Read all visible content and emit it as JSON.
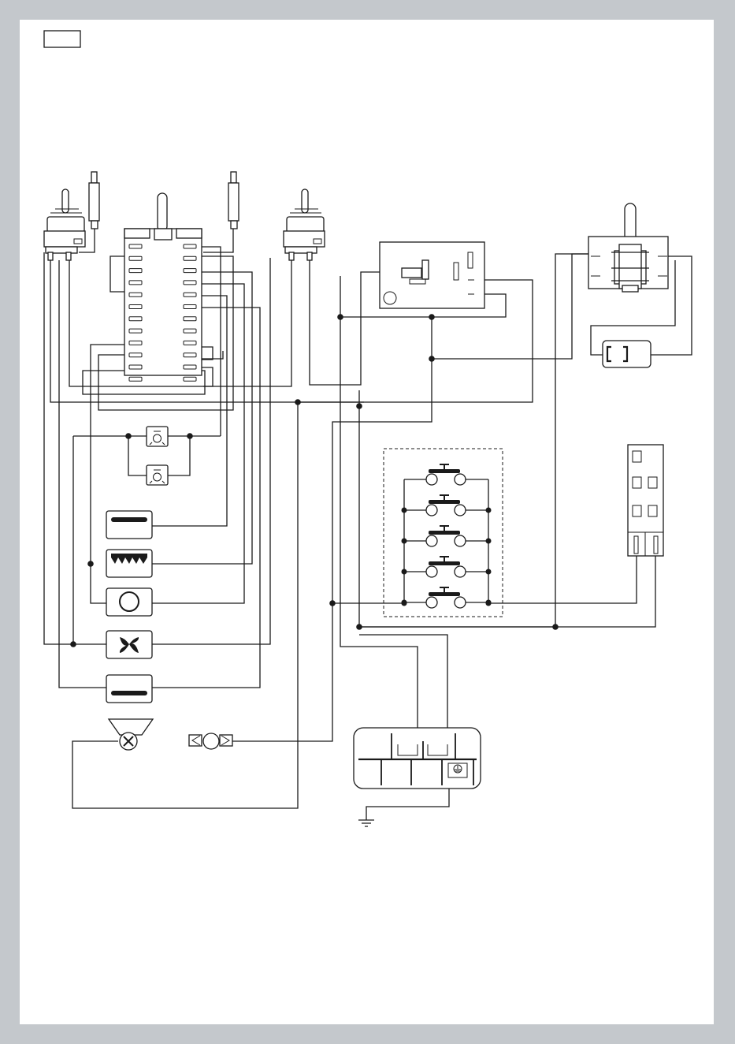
{
  "diagram": {
    "type": "wiring-diagram",
    "title": "",
    "components": [
      {
        "id": "thermostat-left",
        "icon": "knob-thermostat-icon"
      },
      {
        "id": "safety-thermostat-left",
        "icon": "capillary-bulb-icon"
      },
      {
        "id": "function-selector",
        "icon": "multi-terminal-switch-icon"
      },
      {
        "id": "safety-thermostat-right",
        "icon": "capillary-bulb-icon"
      },
      {
        "id": "thermostat-center",
        "icon": "knob-thermostat-icon"
      },
      {
        "id": "timer-module",
        "icon": "electronic-timer-icon"
      },
      {
        "id": "energy-regulator",
        "icon": "rotary-switch-icon"
      },
      {
        "id": "hob-element",
        "icon": "heating-element-icon"
      },
      {
        "id": "oven-lamp-1",
        "icon": "lamp-icon"
      },
      {
        "id": "oven-lamp-2",
        "icon": "lamp-icon"
      },
      {
        "id": "top-heater",
        "icon": "top-heater-icon"
      },
      {
        "id": "grill-heater",
        "icon": "grill-heater-icon"
      },
      {
        "id": "circular-heater",
        "icon": "circular-heater-icon"
      },
      {
        "id": "fan-motor",
        "icon": "fan-icon"
      },
      {
        "id": "bottom-heater",
        "icon": "bottom-heater-icon"
      },
      {
        "id": "cooling-fan",
        "icon": "cooling-fan-icon"
      },
      {
        "id": "motor",
        "icon": "motor-icon"
      },
      {
        "id": "push-button-switches",
        "icon": "push-button-switch-icon",
        "count": 5
      },
      {
        "id": "terminal-block",
        "icon": "terminal-block-icon"
      },
      {
        "id": "mains-terminal",
        "icon": "mains-connector-icon"
      },
      {
        "id": "ground",
        "icon": "ground-icon"
      }
    ]
  }
}
